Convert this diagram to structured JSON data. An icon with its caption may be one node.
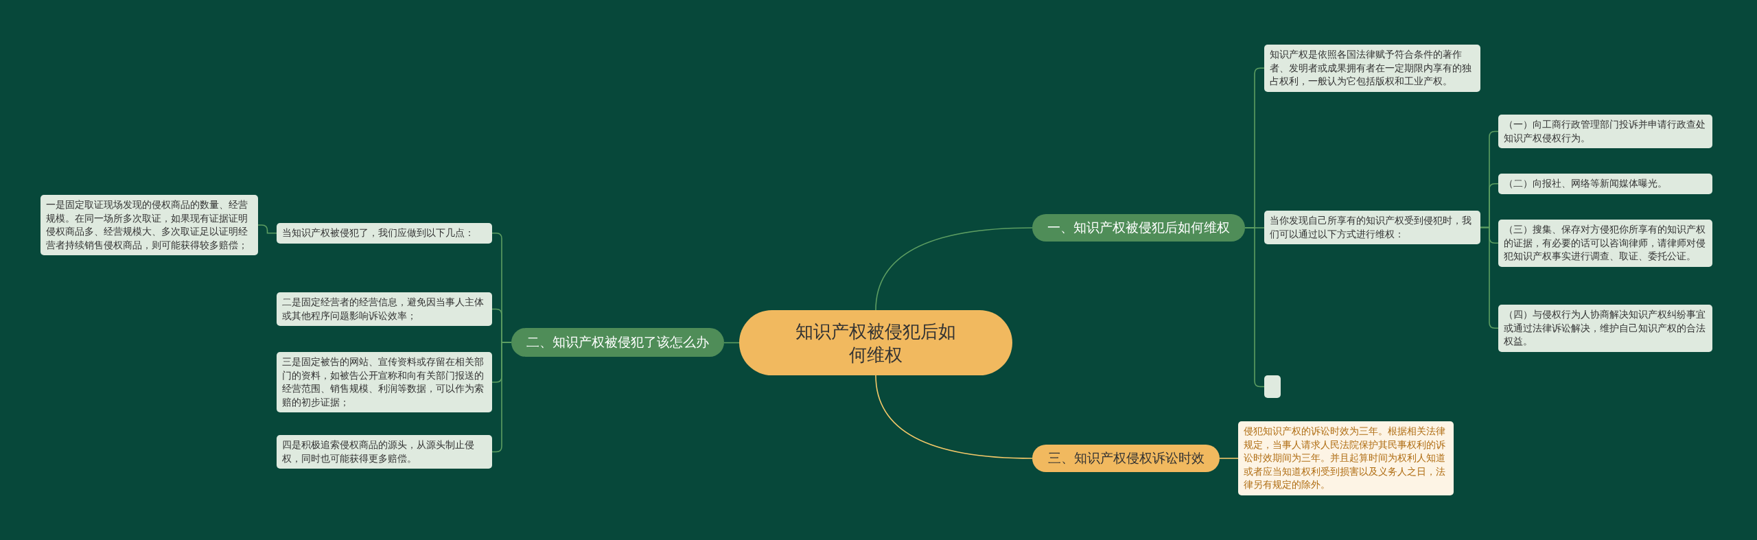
{
  "diagram": {
    "nodes": [
      {
        "text": [
          "知识产权被侵犯后如何维权"
        ]
      },
      {
        "text": [
          "一、知识产权被侵犯后如何维权"
        ]
      },
      {
        "text": [
          "知识产权是依照各国法律赋予符合条件的著作者、发明者或成果拥有者在一定期限内享有的独占权利，一般认为它包括版权和工业产权。"
        ]
      },
      {
        "text": [
          "当你发现自己所享有的知识产权受到侵犯时，我们可以通过以下方式进行维权："
        ]
      },
      {
        "text": [
          "（一）向工商行政管理部门投诉并申请行政查处知识产权侵权行为。"
        ]
      },
      {
        "text": [
          "（二）向报社、网络等新闻媒体曝光。"
        ]
      },
      {
        "text": [
          "（三）搜集、保存对方侵犯你所享有的知识产权的证据，有必要的话可以咨询律师，请律师对侵犯知识产权事实进行调查、取证、委托公证。"
        ]
      },
      {
        "text": [
          "（四）与侵权行为人协商解决知识产权纠纷事宜或通过法律诉讼解决，维护自己知识产权的合法权益。"
        ]
      },
      {
        "text": [],
        "shape": "box"
      },
      {
        "text": [
          "二、知识产权被侵犯了该怎么办"
        ]
      },
      {
        "text": [
          "当知识产权被侵犯了，我们应做到以下几点："
        ]
      },
      {
        "text": [
          "一是固定取证现场发现的侵权商品的数量、经营规模。在同一场所多次取证，如果现有证据证明侵权商品多、经营规模大、多次取证足以证明经营者持续销售侵权商品，则可能获得较多赔偿；"
        ]
      },
      {
        "text": [
          "二是固定经营者的经营信息，避免因当事人主体或其他程序问题影响诉讼效率；"
        ]
      },
      {
        "text": [
          "三是固定被告的网站、宣传资料或存留在相关部门的资料，如被告公开宣称和向有关部门报送的经营范围、销售规模、利润等数据，可以作为索赔的初步证据；"
        ]
      },
      {
        "text": [
          "四是积极追索侵权商品的源头，从源头制止侵权，同时也可能获得更多赔偿。"
        ]
      },
      {
        "text": [
          "三、知识产权侵权诉讼时效"
        ]
      },
      {
        "text": [
          "侵犯知识产权的诉讼时效为三年。根据相关法律规定，当事人请求人民法院保护其民事权利的诉讼时效期间为三年。并且起算时间为权利人知道或者应当知道权利受到损害以及义务人之日，法律另有规定的除外。"
        ]
      }
    ],
    "edges": [
      {
        "from": 0,
        "to": 1,
        "arrow": "none"
      },
      {
        "from": 1,
        "to": 2,
        "arrow": "none"
      },
      {
        "from": 1,
        "to": 3,
        "arrow": "none"
      },
      {
        "from": 3,
        "to": 4,
        "arrow": "none"
      },
      {
        "from": 3,
        "to": 5,
        "arrow": "none"
      },
      {
        "from": 3,
        "to": 6,
        "arrow": "none"
      },
      {
        "from": 3,
        "to": 7,
        "arrow": "none"
      },
      {
        "from": 1,
        "to": 8,
        "arrow": "none"
      },
      {
        "from": 0,
        "to": 9,
        "arrow": "none"
      },
      {
        "from": 9,
        "to": 10,
        "arrow": "none"
      },
      {
        "from": 10,
        "to": 11,
        "arrow": "none"
      },
      {
        "from": 9,
        "to": 12,
        "arrow": "none"
      },
      {
        "from": 9,
        "to": 13,
        "arrow": "none"
      },
      {
        "from": 9,
        "to": 14,
        "arrow": "none"
      },
      {
        "from": 0,
        "to": 15,
        "arrow": "none",
        "color": "#f3c869"
      },
      {
        "from": 15,
        "to": 16,
        "arrow": "none",
        "color": "#f3c869"
      }
    ]
  }
}
